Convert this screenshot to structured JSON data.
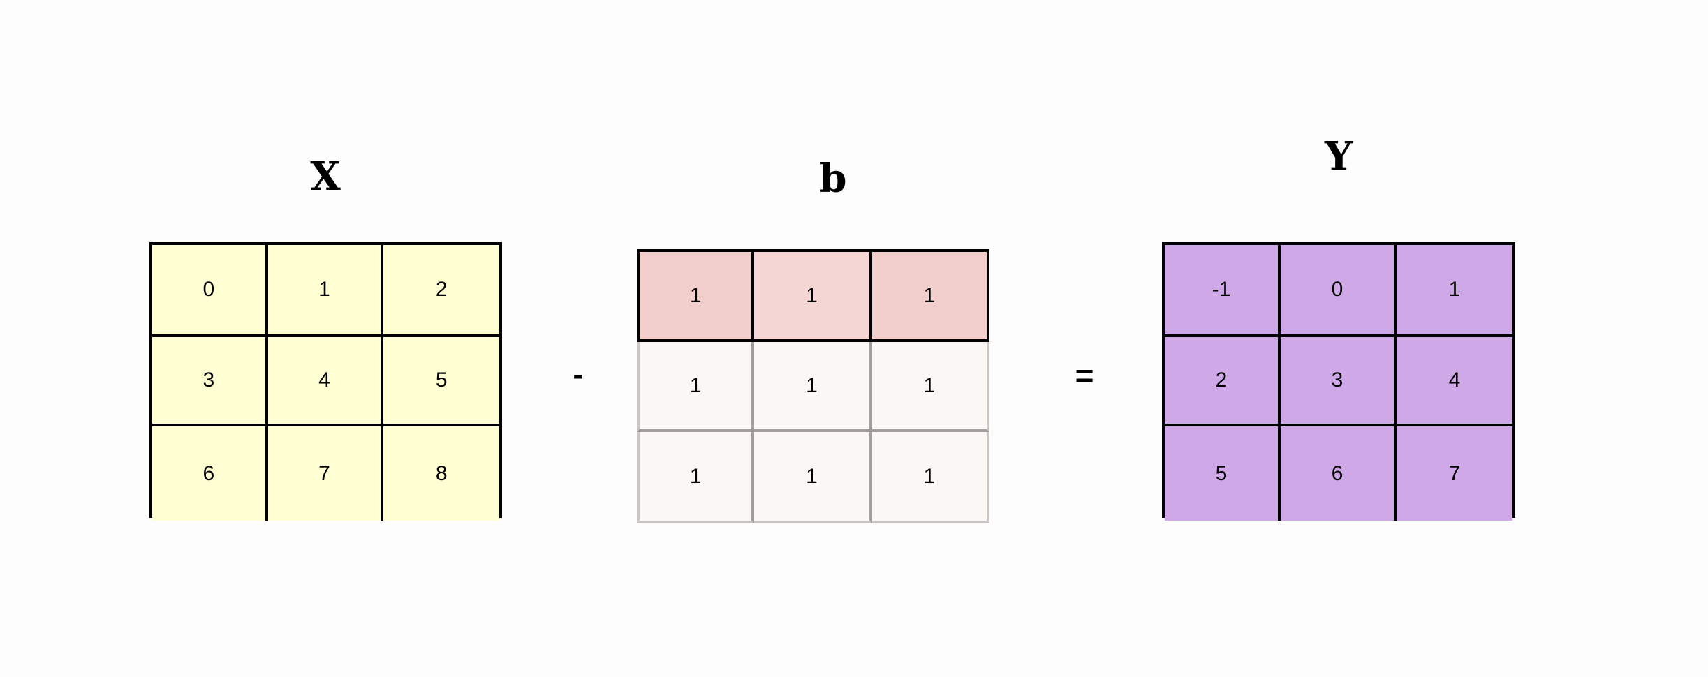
{
  "matrices": {
    "x": {
      "title": "X",
      "rows": [
        [
          "0",
          "1",
          "2"
        ],
        [
          "3",
          "4",
          "5"
        ],
        [
          "6",
          "7",
          "8"
        ]
      ]
    },
    "b": {
      "title": "b",
      "rows": [
        [
          "1",
          "1",
          "1"
        ],
        [
          "1",
          "1",
          "1"
        ],
        [
          "1",
          "1",
          "1"
        ]
      ]
    },
    "y": {
      "title": "Y",
      "rows": [
        [
          "-1",
          "0",
          "1"
        ],
        [
          "2",
          "3",
          "4"
        ],
        [
          "5",
          "6",
          "7"
        ]
      ]
    }
  },
  "operators": {
    "minus": "-",
    "equals": "="
  },
  "colors": {
    "x_fill": "#ffffd3",
    "b_broadcast_row_fill": "#f2cfcd",
    "b_ghost_fill": "#fbf7f5",
    "y_fill": "#cfa8e8"
  }
}
